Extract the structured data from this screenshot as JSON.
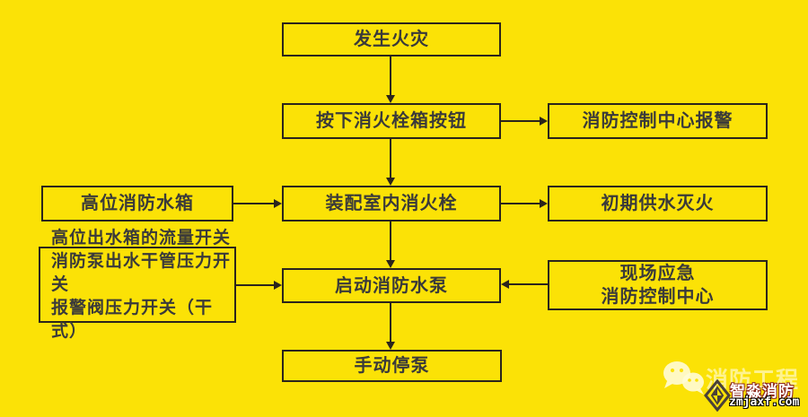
{
  "canvas": {
    "background": "#fbe206",
    "box_border": "#2b241c",
    "text_color": "#3a3a3a",
    "arrow_color": "#2b241c"
  },
  "nodes": {
    "fire": {
      "label": "发生火灾"
    },
    "press_button": {
      "label": "按下消火栓箱按钮"
    },
    "control_center_alarm": {
      "label": "消防控制中心报警"
    },
    "high_tank": {
      "label": "高位消防水箱"
    },
    "indoor_hydrant": {
      "label": "装配室内消火栓"
    },
    "initial_water": {
      "label": "初期供水灭火"
    },
    "switches": {
      "label": "高位出水箱的流量开关\n消防泵出水干管压力开关\n报警阀压力开关（干式）"
    },
    "start_pump": {
      "label": "启动消防水泵"
    },
    "emergency_center": {
      "label": "现场应急\n消防控制中心"
    },
    "manual_stop": {
      "label": "手动停泵"
    }
  },
  "watermark": {
    "wechat_icon": "wechat-bubbles-icon",
    "faint_text": "消防工程",
    "brand": "智淼消防",
    "site": "zmjaxf.com",
    "brand_outline_color": "#8f2a1e",
    "site_outline_color": "#000000"
  }
}
